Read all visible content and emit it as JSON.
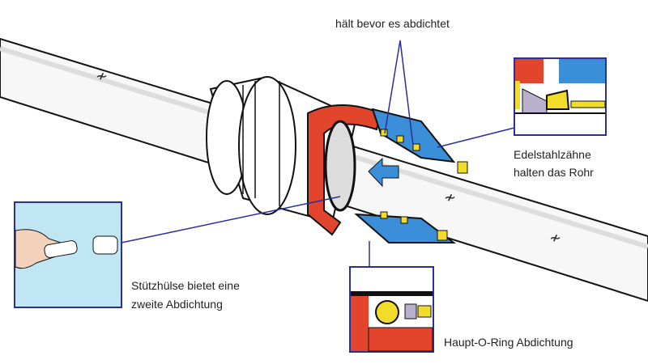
{
  "labels": {
    "grips_before_sealing": "hält bevor es abdichtet",
    "steel_teeth_line1": "Edelstahlzähne",
    "steel_teeth_line2": "halten das Rohr",
    "support_sleeve_line1": "Stützhülse bietet eine",
    "support_sleeve_line2": "zweite Abdichtung",
    "main_o_ring": "Haupt-O-Ring Abdichtung"
  },
  "colors": {
    "leader_line": "#2a2f9a",
    "fitting_red": "#e2452b",
    "fitting_blue": "#3a8fd8",
    "ring_yellow": "#f2dc2a",
    "inset_bg": "#bfe6f2",
    "pipe": "#ffffff",
    "outline": "#111111"
  }
}
